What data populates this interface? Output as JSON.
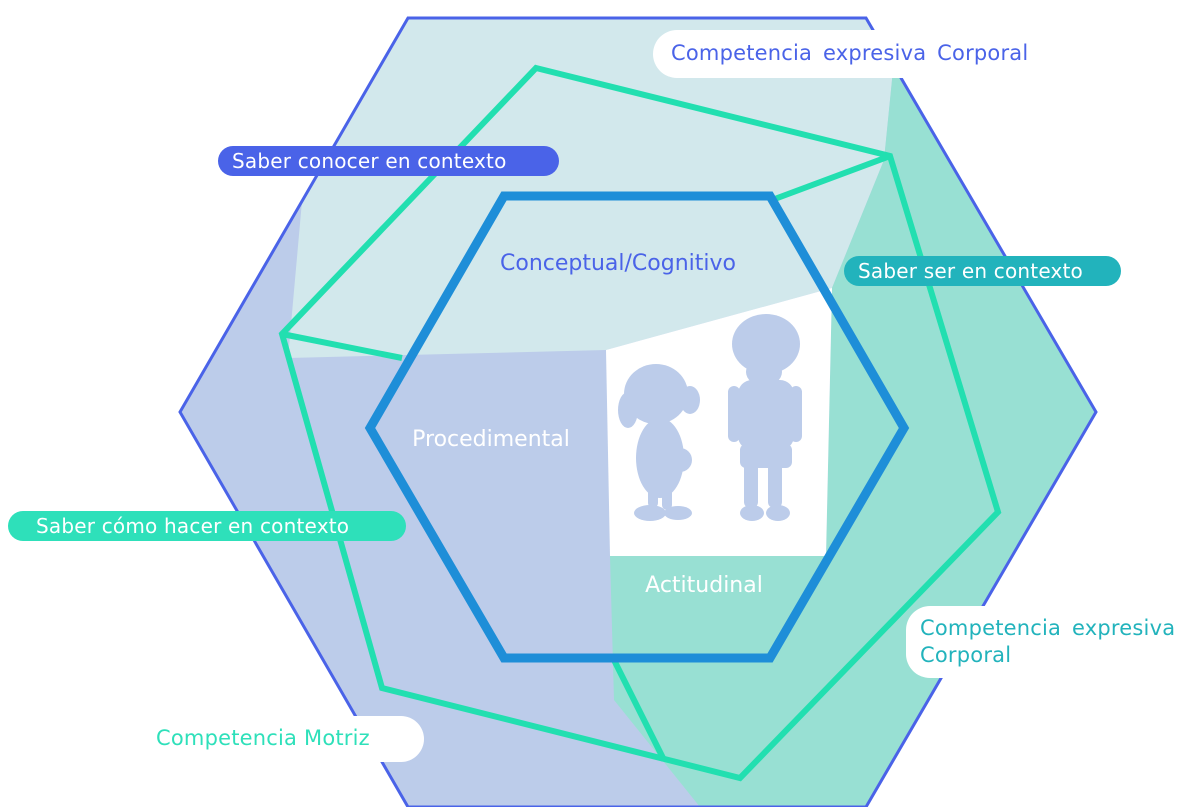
{
  "labels": {
    "saber_conocer": "Saber conocer en contexto",
    "saber_ser": "Saber ser en contexto",
    "saber_hacer": "Saber cómo hacer en contexto",
    "competencia_expresiva_top": "Competencia  expresiva  Corporal",
    "competencia_expresiva_right_line1": "Competencia  expresiva",
    "competencia_expresiva_right_line2": "Corporal",
    "competencia_motriz": "Competencia Motriz",
    "conceptual": "Conceptual/Cognitivo",
    "procedimental": "Procedimental",
    "actitudinal": "Actitudinal"
  },
  "colors": {
    "outer_border": "#4a63e8",
    "region_conceptual": "#d2e8ec",
    "region_procedimental": "#bcccea",
    "region_actitudinal": "#98e0d3",
    "center": "#ffffff",
    "green_line": "#22dfb0",
    "inner_border": "#1e8ed8",
    "figures": "#bcccea",
    "text_blue": "#4a63e8",
    "text_teal": "#22b3bc",
    "text_green": "#2ee0ba"
  }
}
